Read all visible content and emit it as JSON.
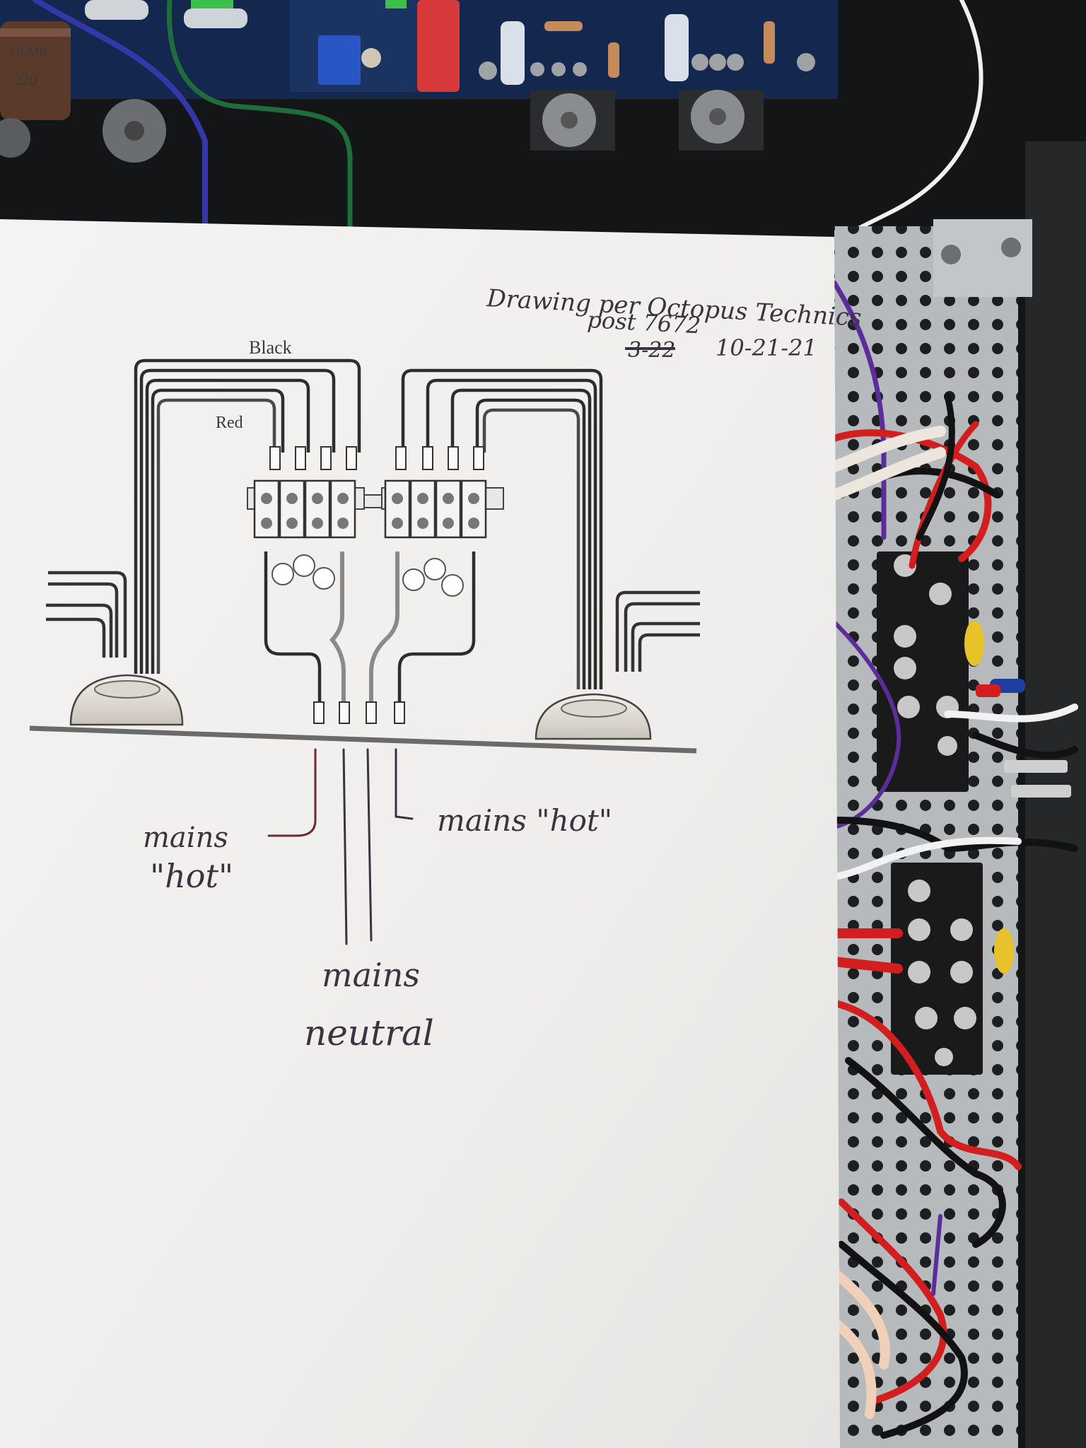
{
  "note": {
    "header_line1": "Drawing per Octopus Technics",
    "header_line2": "post 7672",
    "date_struck": "3-22",
    "date": "10-21-21",
    "label_mains_hot_left_1": "mains",
    "label_mains_hot_left_2": "\"hot\"",
    "label_mains_hot_right": "mains \"hot\"",
    "label_mains_neutral_1": "mains",
    "label_mains_neutral_2": "neutral"
  },
  "diagram": {
    "wire_label_black": "Black",
    "wire_label_red": "Red"
  },
  "pcb": {
    "capacitor_text": "SILMIC",
    "capacitor_value": "220"
  },
  "colors": {
    "paper": "#f1f0ef",
    "chassis": "#141517",
    "pcb": "#14274f",
    "steel": "#b9bcbf",
    "wire_red": "#d21e1e",
    "wire_black": "#121212",
    "wire_purple": "#5a2d9a"
  }
}
